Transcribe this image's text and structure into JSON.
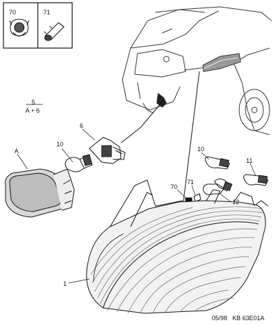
{
  "legend": {
    "box_a_number": "70",
    "box_b_number": "71"
  },
  "note": {
    "top": "5",
    "bottom": "A + 6"
  },
  "callouts": {
    "six": "6",
    "ten_left": "10",
    "a": "A",
    "ten_right": "10",
    "eleven": "11",
    "seventy": "70",
    "seventy_one": "71",
    "twelve": "12",
    "one": "1"
  },
  "footer": {
    "date": "05/98",
    "ref": "KB 63E01A"
  },
  "icons": [
    "grommet-icon",
    "plug-icon",
    "car-rear-icon",
    "bulb-socket-icon",
    "bulb-icon",
    "side-repeater-icon",
    "rear-lamp-icon"
  ]
}
